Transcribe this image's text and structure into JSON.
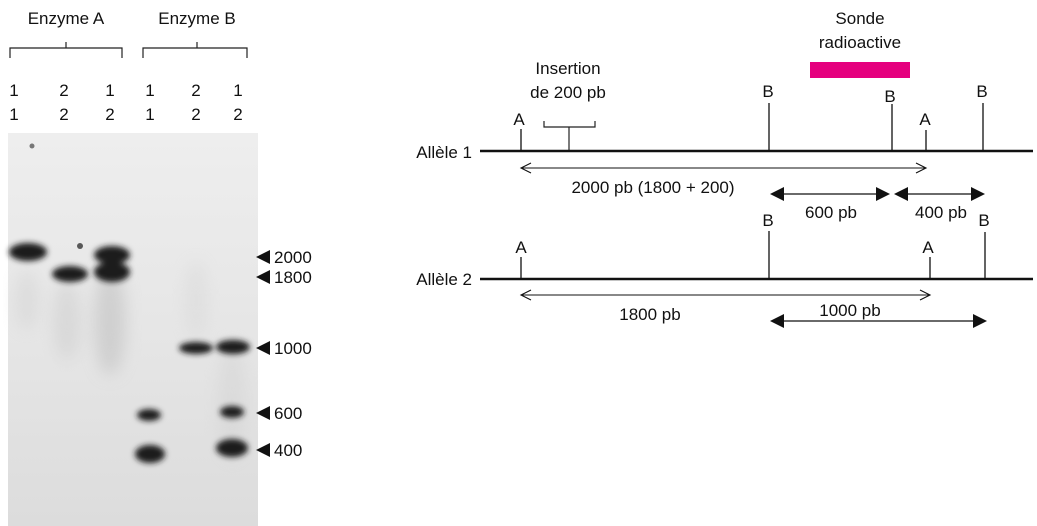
{
  "gel": {
    "enzyme_a_label": "Enzyme A",
    "enzyme_b_label": "Enzyme B",
    "lanes_row1": [
      "1",
      "2",
      "1",
      "1",
      "2",
      "1"
    ],
    "lanes_row2": [
      "1",
      "2",
      "2",
      "1",
      "2",
      "2"
    ],
    "size_markers": [
      "2000",
      "1800",
      "1000",
      "600",
      "400"
    ]
  },
  "map": {
    "probe_label_line1": "Sonde",
    "probe_label_line2": "radioactive",
    "probe_color": "#e5007e",
    "insertion_label_line1": "Insertion",
    "insertion_label_line2": "de 200 pb",
    "allele1_label": "Allèle 1",
    "allele2_label": "Allèle 2",
    "site_a": "A",
    "site_b": "B",
    "allele1_fragment_a": "2000 pb (1800 + 200)",
    "allele1_fragment_b1": "600 pb",
    "allele1_fragment_b2": "400 pb",
    "allele2_fragment_a": "1800 pb",
    "allele2_fragment_b": "1000 pb"
  }
}
